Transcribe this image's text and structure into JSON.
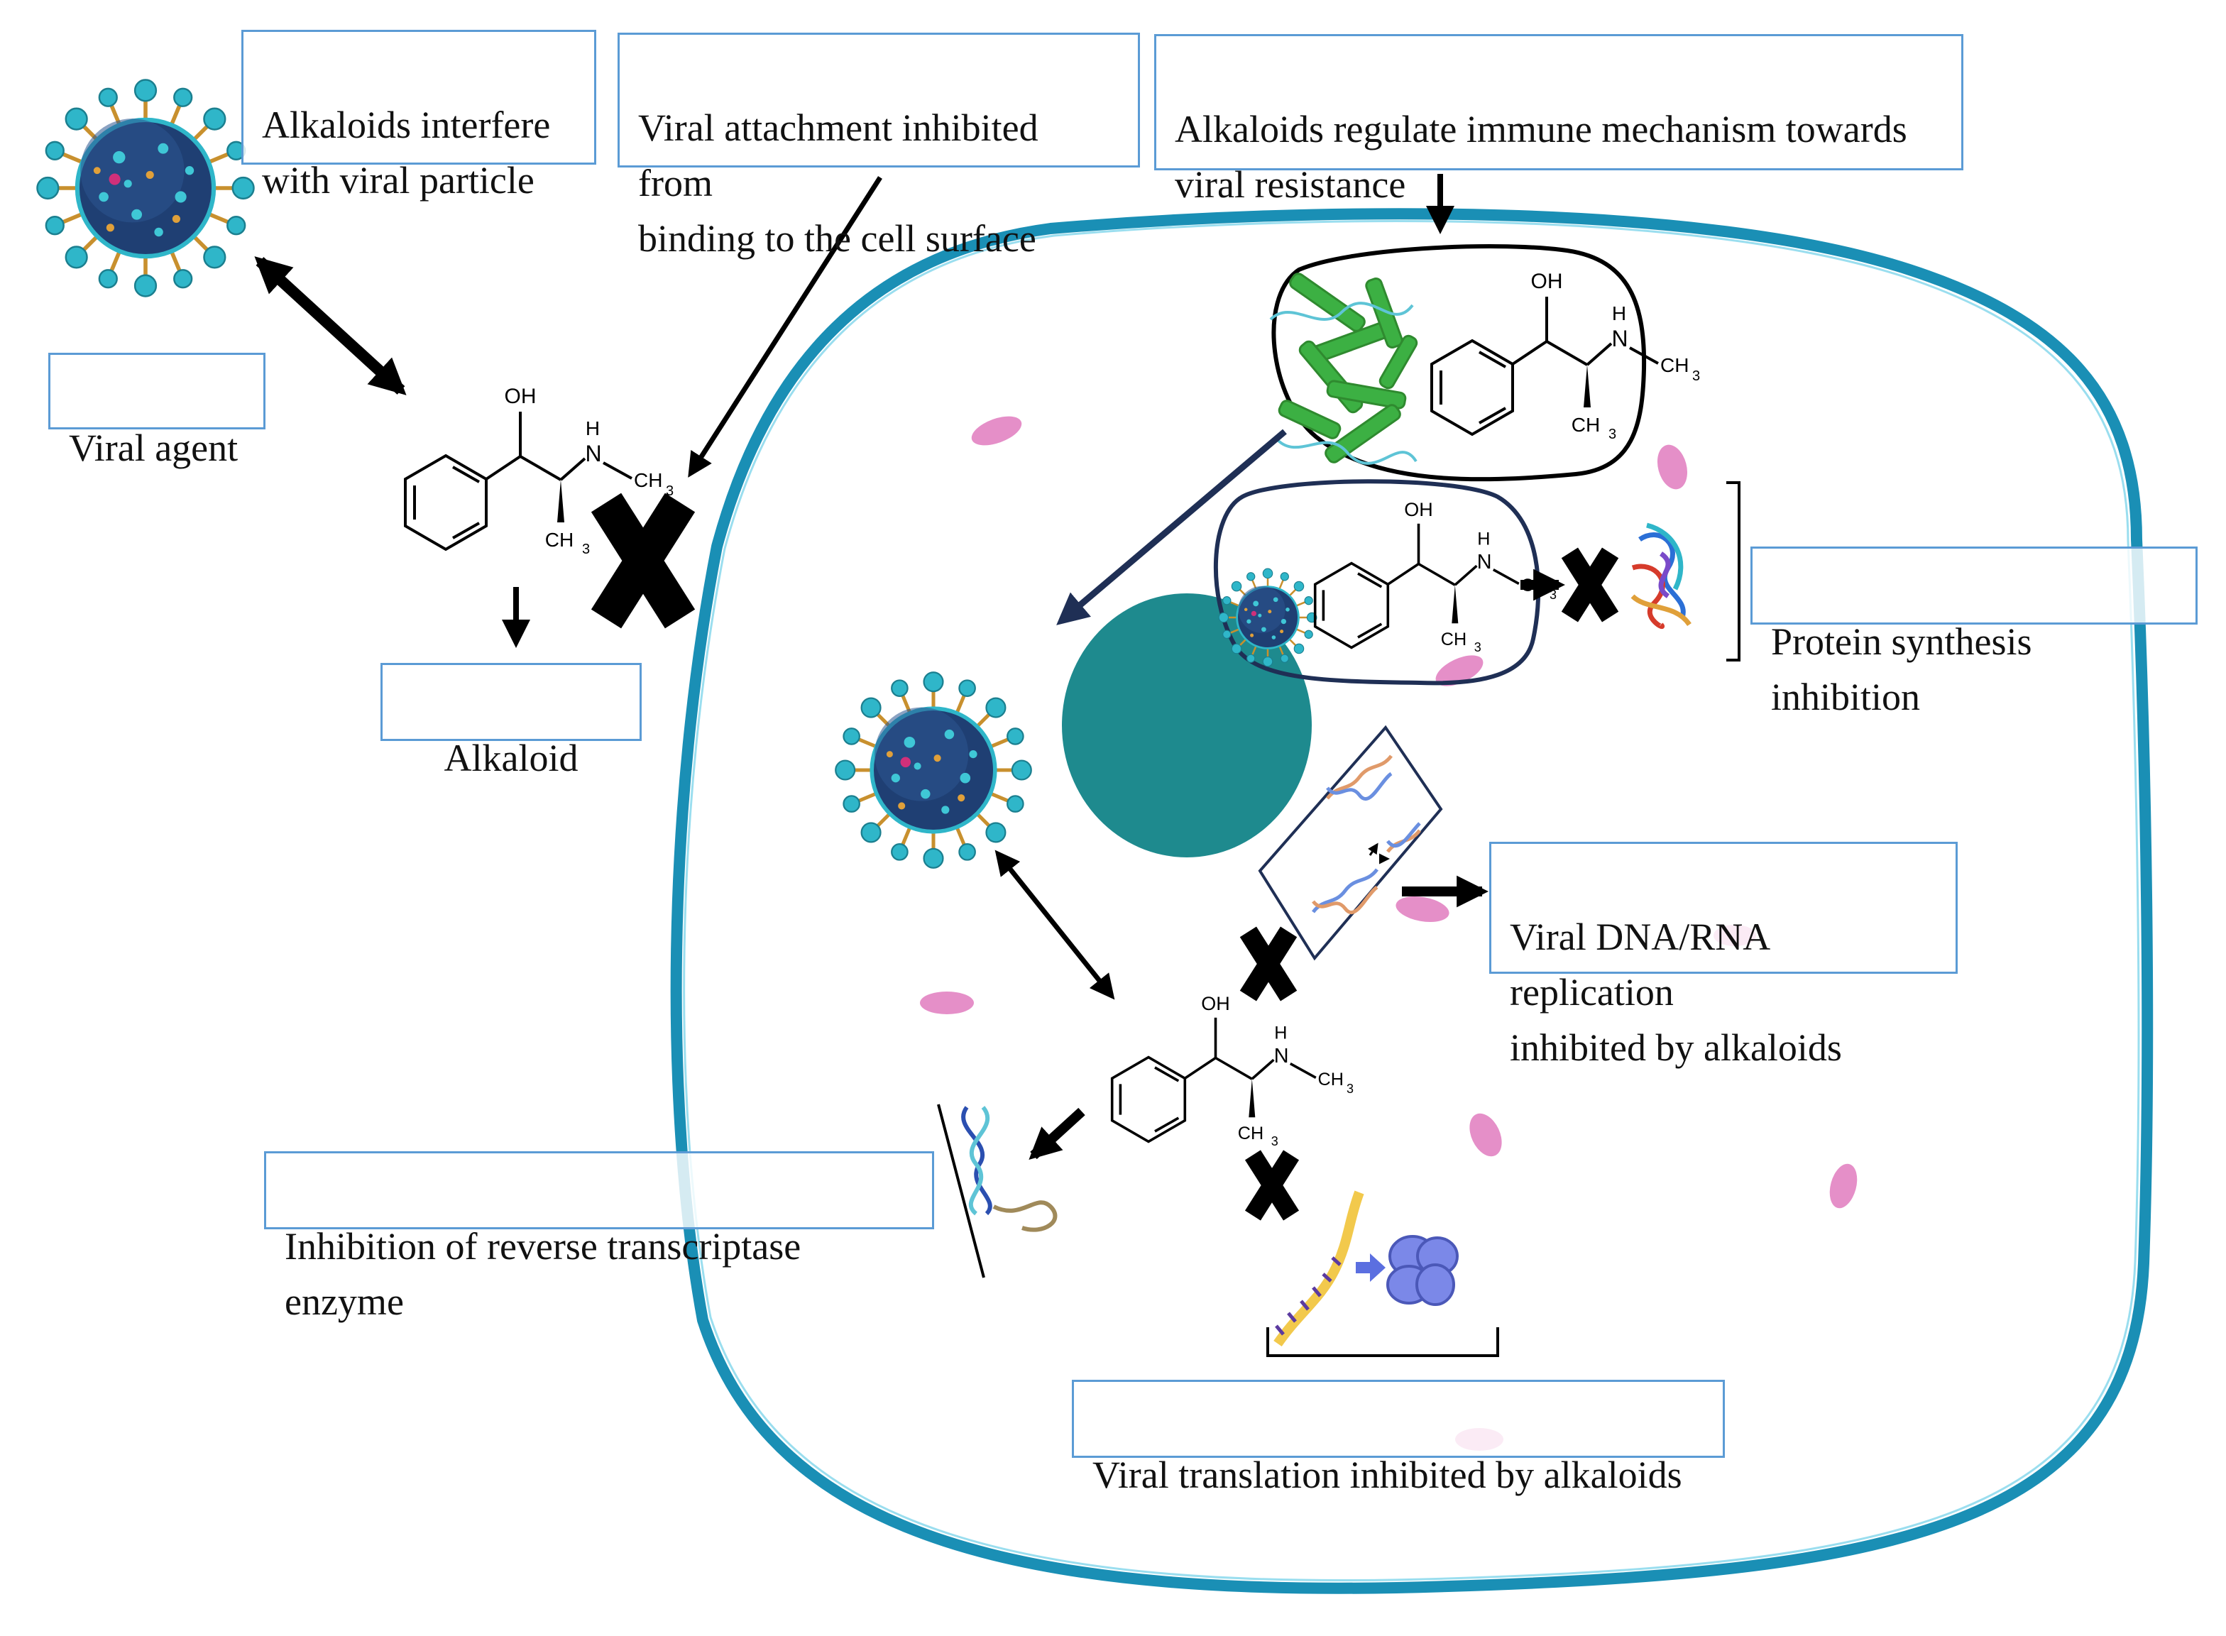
{
  "labels": {
    "interfere": "Alkaloids interfere\nwith viral particle",
    "attachment": "Viral attachment inhibited from\nbinding to the cell surface",
    "immune": "Alkaloids regulate immune mechanism towards\nviral resistance",
    "viral_agent": "Viral agent",
    "alkaloid": "Alkaloid",
    "protein_synthesis": "Protein synthesis  inhibition",
    "replication": "Viral DNA/RNA replication\ninhibited by alkaloids",
    "reverse_transcriptase": "Inhibition of reverse transcriptase enzyme",
    "translation": "Viral translation inhibited by alkaloids"
  },
  "molecule": {
    "oh": "OH",
    "h": "H",
    "n": "N",
    "ch3": "CH",
    "sub3": "3"
  },
  "colors": {
    "cell_membrane": "#1a8fb5",
    "nucleus": "#1e8a8e",
    "organelle": "#e58fc8",
    "label_border": "#5b9bd5",
    "arrow": "#000000",
    "protein": "#3cb043",
    "virus_body": "#1f3f73",
    "virus_spike": "#2fb6c9",
    "ribosome": "#7b88e8",
    "mrna": "#f2c94c"
  },
  "icons": [
    "virus-icon",
    "x-mark-icon",
    "protein-ribbon-icon",
    "dna-helix-icon",
    "ribosome-icon",
    "mrna-strand-icon"
  ]
}
